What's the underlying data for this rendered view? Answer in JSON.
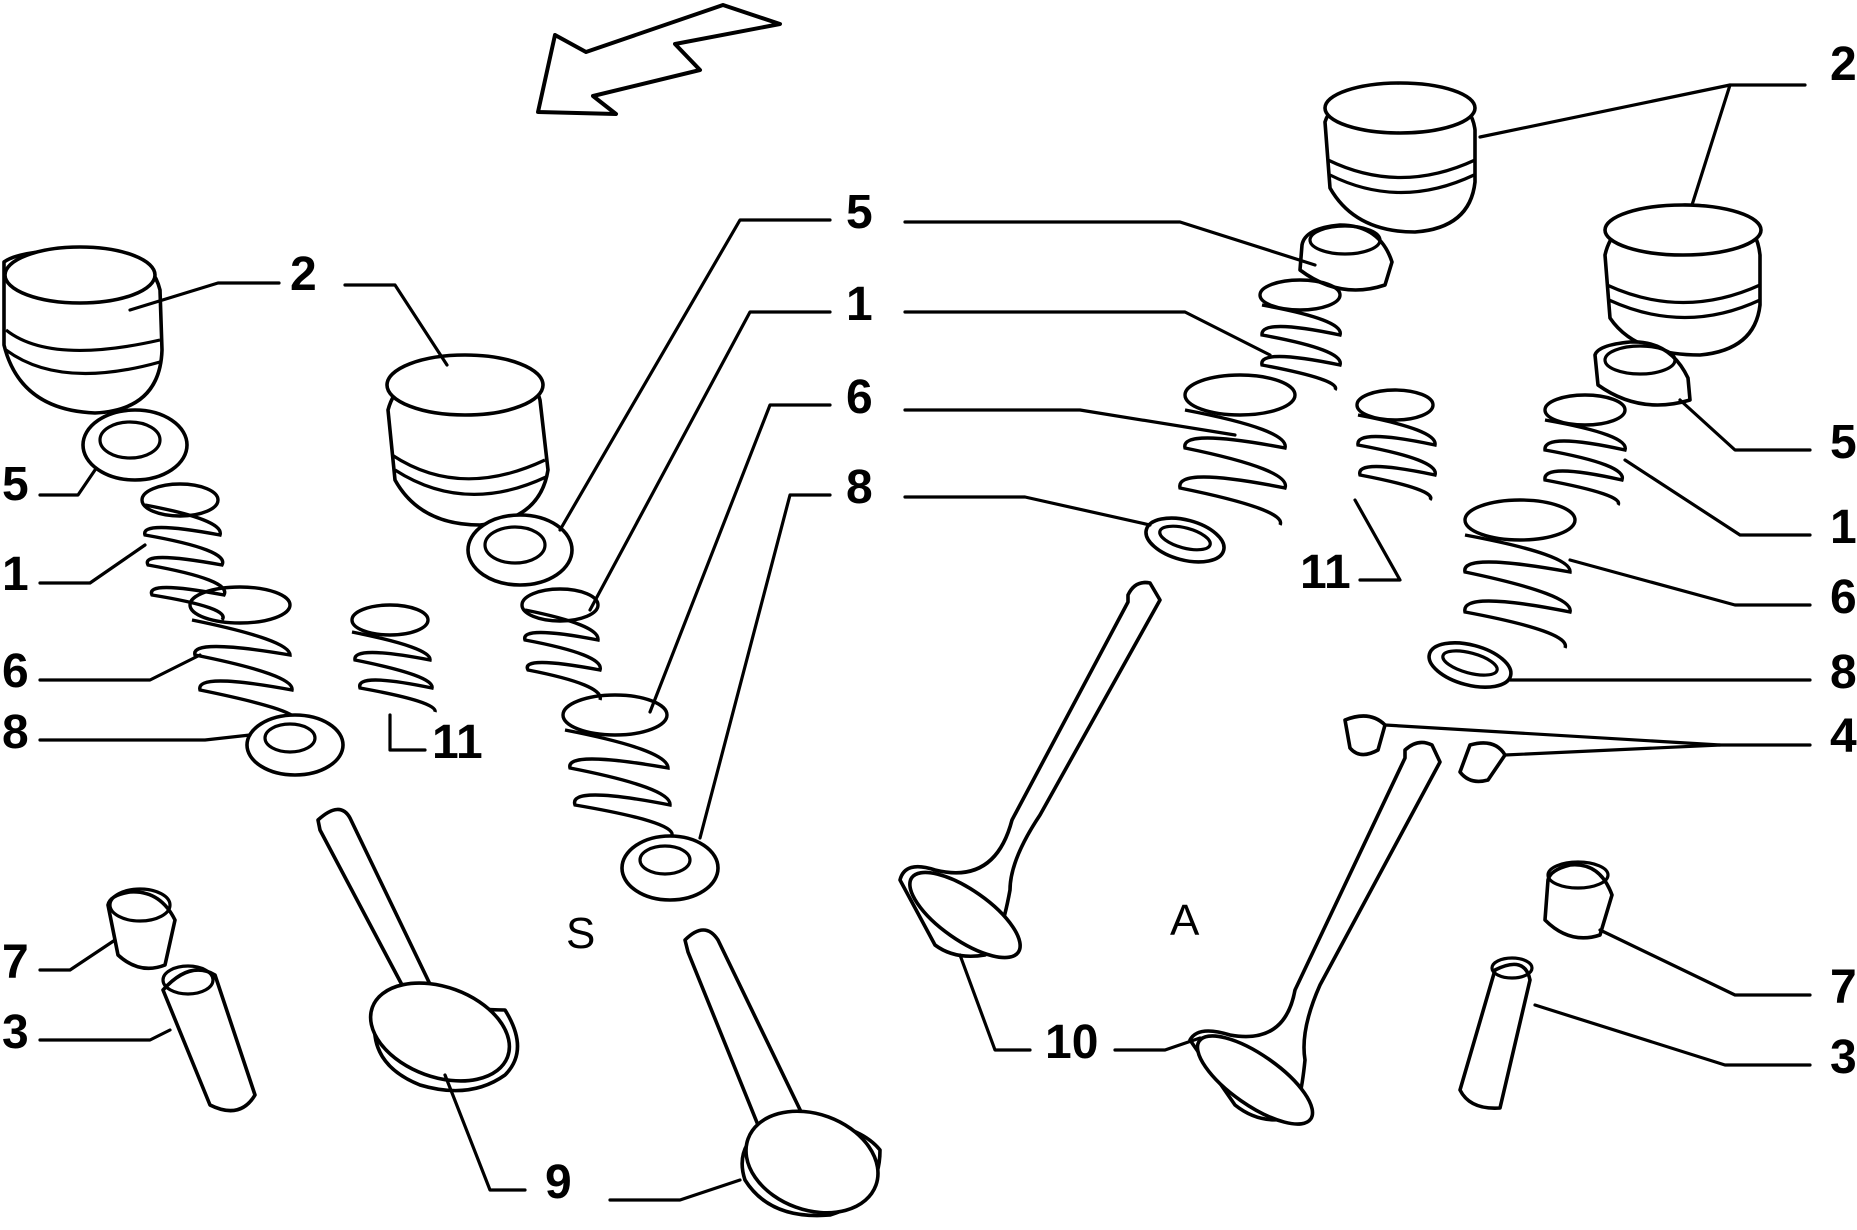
{
  "diagram": {
    "arrow_icon": "direction-arrow",
    "side_labels": {
      "exhaust": "S",
      "intake": "A"
    },
    "callouts": {
      "left": {
        "c2": "2",
        "c5": "5",
        "c1": "1",
        "c6": "6",
        "c8": "8",
        "c11": "11",
        "c7": "7",
        "c3": "3",
        "c9": "9"
      },
      "middle": {
        "c5": "5",
        "c1": "1",
        "c6": "6",
        "c8": "8"
      },
      "right": {
        "c2": "2",
        "c5": "5",
        "c1": "1",
        "c6": "6",
        "c8": "8",
        "c4": "4",
        "c7": "7",
        "c3": "3",
        "c11": "11",
        "c10": "10"
      }
    }
  }
}
